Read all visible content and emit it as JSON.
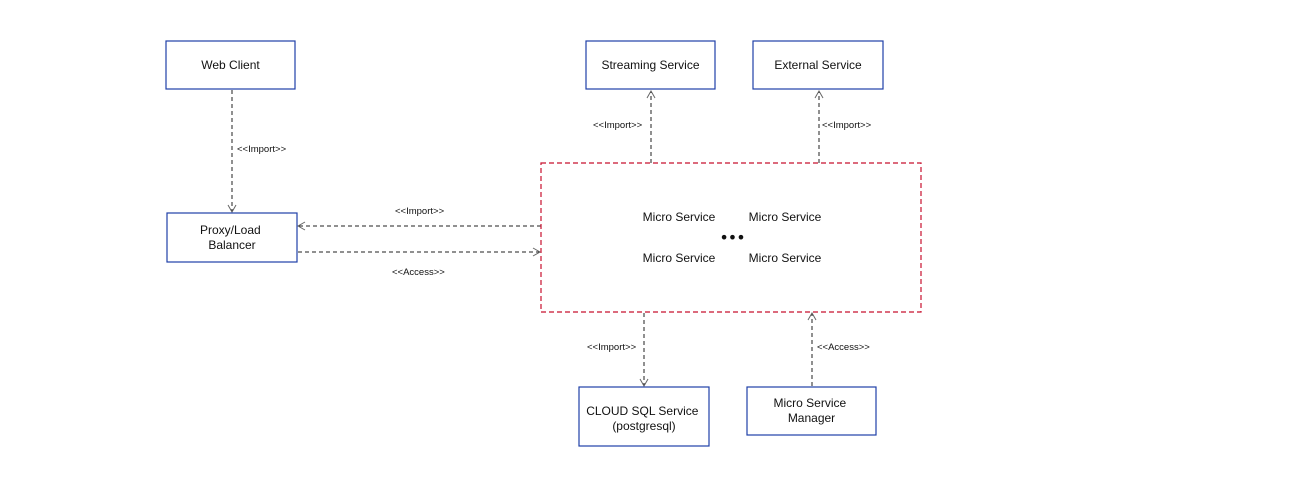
{
  "nodes": {
    "web_client": {
      "lines": [
        "Web Client"
      ]
    },
    "proxy": {
      "lines": [
        "Proxy/Load",
        "Balancer"
      ]
    },
    "streaming": {
      "lines": [
        "Streaming Service"
      ]
    },
    "external": {
      "lines": [
        "External Service"
      ]
    },
    "cloud_sql": {
      "lines": [
        "CLOUD SQL Service",
        "(postgresql)"
      ]
    },
    "ms_manager": {
      "lines": [
        "Micro Service",
        "Manager"
      ]
    }
  },
  "container": {
    "items": [
      "Micro Service",
      "Micro Service",
      "Micro Service",
      "Micro Service"
    ],
    "ellipsis": "•••"
  },
  "edges": {
    "webclient_proxy": "<<Import>>",
    "container_proxy": "<<Import>>",
    "proxy_container": "<<Access>>",
    "container_streaming": "<<Import>>",
    "container_external": "<<Import>>",
    "container_cloudsql": "<<Import>>",
    "manager_container": "<<Access>>"
  },
  "colors": {
    "node_border": "#1f3fa8",
    "container_border": "#c8102e",
    "edge": "#222222"
  }
}
